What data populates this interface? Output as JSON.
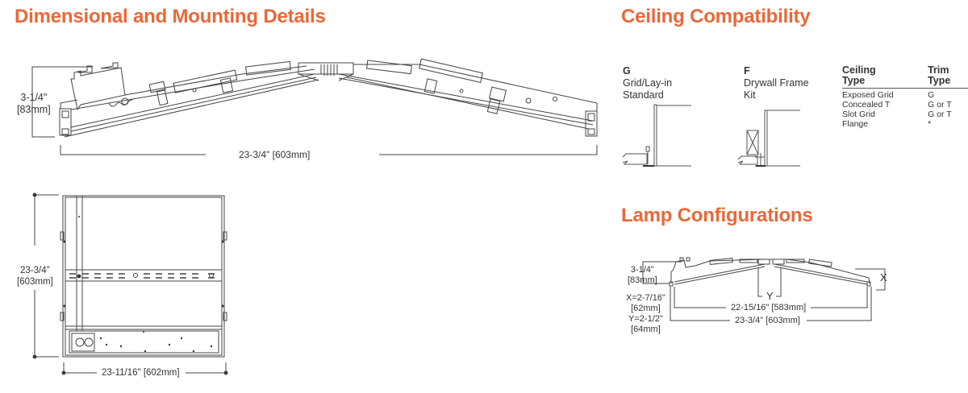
{
  "sections": {
    "dimensional": {
      "title": "Dimensional and Mounting Details",
      "side_view": {
        "height_in": "3-1/4\"",
        "height_mm": "[83mm]",
        "width_label": "23-3/4\" [603mm]"
      },
      "top_view": {
        "height_in": "23-3/4\"",
        "height_mm": "[603mm]",
        "width_label": "23-11/16\" [602mm]"
      }
    },
    "ceiling": {
      "title": "Ceiling Compatibility",
      "trims": [
        {
          "code": "G",
          "line1": "Grid/Lay-in",
          "line2": "Standard"
        },
        {
          "code": "F",
          "line1": "Drywall Frame",
          "line2": "Kit"
        }
      ],
      "table": {
        "headers": [
          {
            "line1": "Ceiling",
            "line2": "Type"
          },
          {
            "line1": "Trim",
            "line2": "Type"
          }
        ],
        "rows": [
          {
            "ceiling": "Exposed Grid",
            "trim": "G"
          },
          {
            "ceiling": "Concealed T",
            "trim": "G or T"
          },
          {
            "ceiling": "Slot Grid",
            "trim": "G or T"
          },
          {
            "ceiling": "Flange",
            "trim": "*"
          }
        ]
      }
    },
    "lamp": {
      "title": "Lamp Configurations",
      "height_in": "3-1/4\"",
      "height_mm": "[83mm]",
      "x_def": "X=2-7/16\"",
      "x_mm": "[62mm]",
      "y_def": "Y=2-1/2\"",
      "y_mm": "[64mm]",
      "inner_width": "22-15/16\" [583mm]",
      "outer_width": "23-3/4\" [603mm]",
      "x_marker": "X",
      "y_marker": "Y"
    }
  },
  "colors": {
    "heading": "#e8683a",
    "line": "#444444"
  }
}
